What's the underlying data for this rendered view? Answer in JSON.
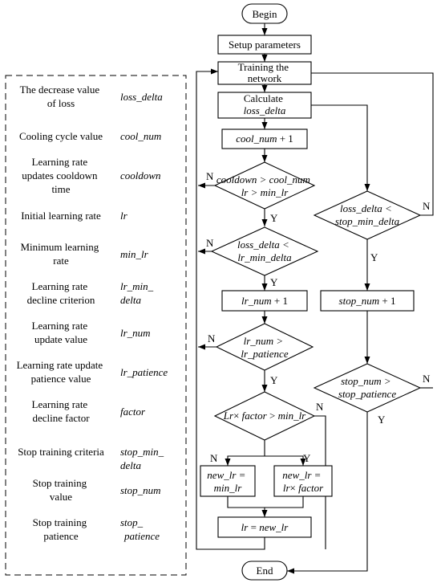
{
  "legend": {
    "rows": [
      {
        "label": [
          "The decrease value",
          "of loss"
        ],
        "symbol": [
          "loss_delta"
        ]
      },
      {
        "label": [
          "Cooling cycle value"
        ],
        "symbol": [
          "cool_num"
        ]
      },
      {
        "label": [
          "Learning rate",
          "updates cooldown",
          "time"
        ],
        "symbol": [
          "cooldown"
        ]
      },
      {
        "label": [
          "Initial learning rate"
        ],
        "symbol": [
          "lr"
        ]
      },
      {
        "label": [
          "Minimum learning",
          "rate"
        ],
        "symbol": [
          "min_lr"
        ]
      },
      {
        "label": [
          "Learning rate",
          "decline criterion"
        ],
        "symbol": [
          "lr_min_",
          "delta"
        ]
      },
      {
        "label": [
          "Learning rate",
          "update value"
        ],
        "symbol": [
          "lr_num"
        ]
      },
      {
        "label": [
          "Learning rate update",
          "patience value"
        ],
        "symbol": [
          "lr_patience"
        ]
      },
      {
        "label": [
          "Learning rate",
          "decline factor"
        ],
        "symbol": [
          "factor"
        ]
      },
      {
        "label": [
          "Stop training criteria"
        ],
        "symbol": [
          "stop_min_",
          "delta"
        ]
      },
      {
        "label": [
          "Stop training",
          "value"
        ],
        "symbol": [
          "stop_num"
        ]
      },
      {
        "label": [
          "Stop training",
          "patience"
        ],
        "symbol": [
          "stop_",
          "patience"
        ]
      }
    ]
  },
  "flow": {
    "begin": "Begin",
    "end": "End",
    "setup": "Setup parameters",
    "training": [
      "Training the",
      "network"
    ],
    "calculate": [
      "Calculate",
      "loss_delta"
    ],
    "cool_inc": [
      "cool_num",
      " + 1"
    ],
    "d1": [
      "cooldown > cool_num",
      "lr > min_lr"
    ],
    "d2": [
      "loss_delta <",
      "lr_min_delta"
    ],
    "lr_inc": [
      "lr_num",
      " + 1"
    ],
    "d3": [
      "lr_num >",
      "lr_patience"
    ],
    "d4": [
      "Lr",
      "× ",
      "factor",
      " > ",
      "min_lr"
    ],
    "new_lr_a": [
      "new_lr =",
      "min_lr"
    ],
    "new_lr_b": [
      "new_lr =",
      "lr",
      "× ",
      "factor"
    ],
    "assign": [
      "lr",
      " = ",
      "new_lr"
    ],
    "d5": [
      "loss_delta <",
      "stop_min_delta"
    ],
    "stop_inc": [
      "stop_num",
      " + 1"
    ],
    "d6": [
      "stop_num >",
      "stop_patience"
    ],
    "yes": "Y",
    "no": "N"
  }
}
